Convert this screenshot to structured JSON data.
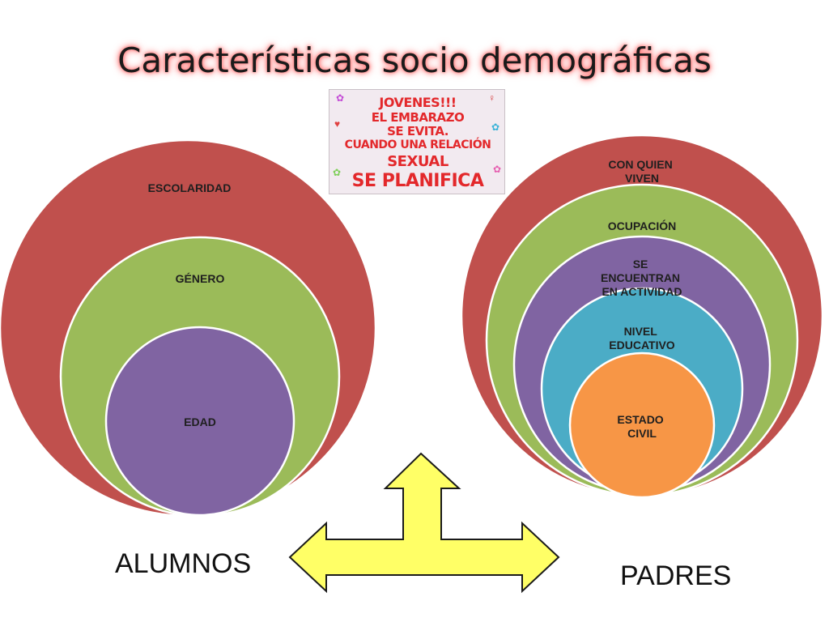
{
  "title": "Características socio demográficas",
  "banner": {
    "lines": [
      "JOVENES!!!",
      "EL EMBARAZO",
      "SE EVITA.",
      "CUANDO UNA RELACIÓN",
      "SEXUAL",
      "SE PLANIFICA"
    ],
    "text_color": "#e3282b"
  },
  "alumnos": {
    "label": "ALUMNOS",
    "circles": [
      {
        "label": "ESCOLARIDAD",
        "color": "#c0504d"
      },
      {
        "label": "GÉNERO",
        "color": "#9bbb59"
      },
      {
        "label": "EDAD",
        "color": "#8064a2"
      }
    ]
  },
  "padres": {
    "label": "PADRES",
    "circles": [
      {
        "label": "CON QUIEN VIVEN",
        "color": "#c0504d"
      },
      {
        "label": "OCUPACIÓN",
        "color": "#9bbb59"
      },
      {
        "label": "SE ENCUENTRAN EN ACTIVIDAD",
        "color": "#8064a2"
      },
      {
        "label": "NIVEL EDUCATIVO",
        "color": "#4bacc6"
      },
      {
        "label": "ESTADO CIVIL",
        "color": "#f79646"
      }
    ]
  },
  "arrow": {
    "fill": "#ffff66",
    "stroke": "#1a1a1a"
  }
}
